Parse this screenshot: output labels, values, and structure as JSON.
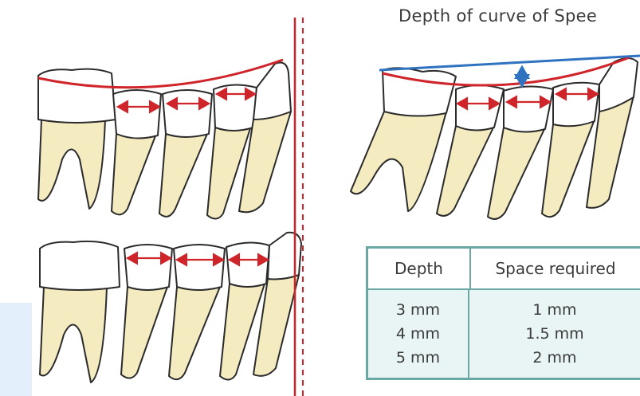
{
  "title": "Depth of curve of Spee",
  "table": {
    "headers": {
      "depth": "Depth",
      "space": "Space required"
    },
    "rows": [
      {
        "depth": "3 mm",
        "space": "1 mm"
      },
      {
        "depth": "4 mm",
        "space": "1.5 mm"
      },
      {
        "depth": "5 mm",
        "space": "2 mm"
      }
    ]
  },
  "colors": {
    "tooth_crown": "#ffffff",
    "tooth_root": "#f4ebc0",
    "outline": "#2b2b2b",
    "curve": "#d0242b",
    "depth_line": "#2f73c0",
    "table_border": "#6aa8a4",
    "table_fill": "#e9f4f4"
  }
}
